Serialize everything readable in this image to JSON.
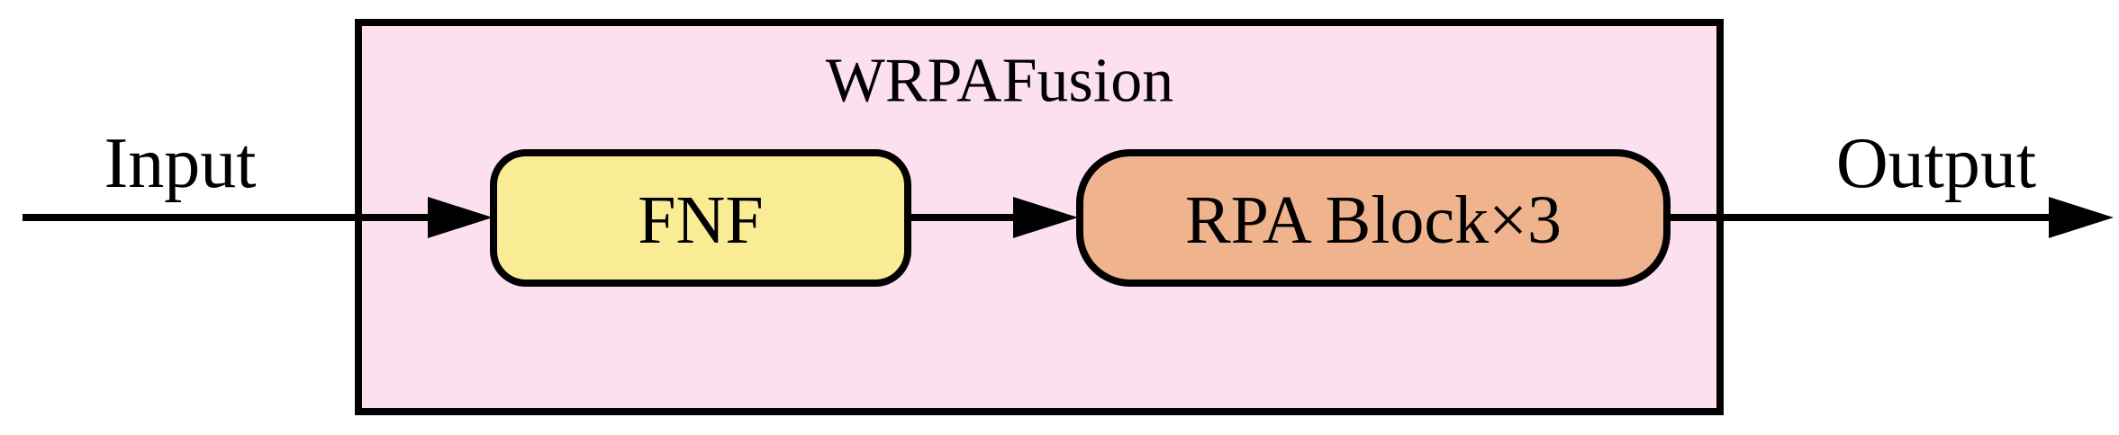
{
  "container": {
    "title": "WRPAFusion",
    "fill_color": "#fde0ef"
  },
  "input_label": "Input",
  "output_label": "Output",
  "blocks": [
    {
      "label": "FNF",
      "fill_color": "#faec94"
    },
    {
      "label": "RPA Block×3",
      "fill_color": "#efb38d"
    }
  ],
  "line_color": "#000000"
}
